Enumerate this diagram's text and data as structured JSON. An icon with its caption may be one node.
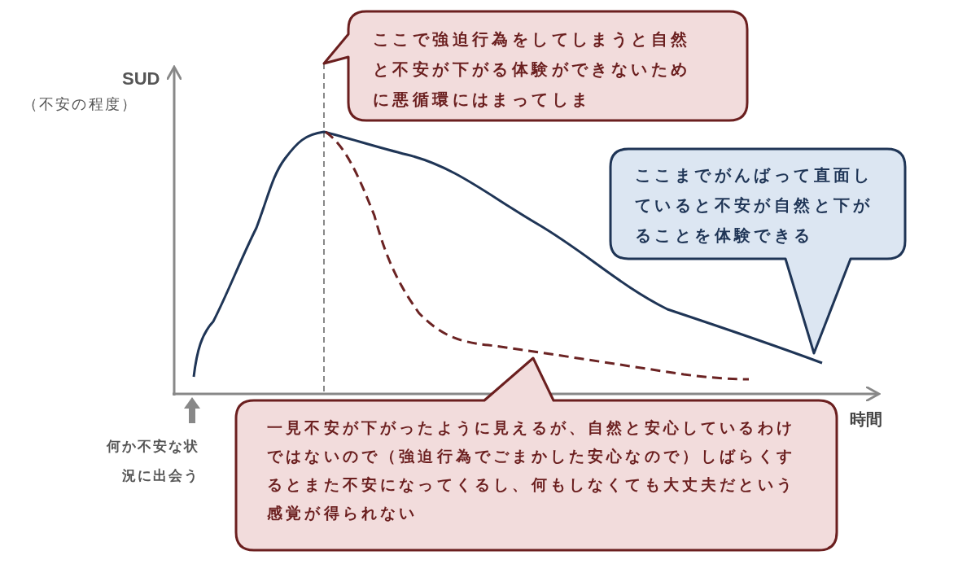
{
  "diagram": {
    "nodes": [
      {
        "text": [
          "ここで強迫行為をしてしまうと自然と不安が下がる体験ができないために悪循環にはまってしま"
        ]
      },
      {
        "text": [
          "ここまでがんばって直面していると不安が自然と下がることを体験できる"
        ]
      },
      {
        "text": [
          "一見不安が下がったように見えるが、自然と安心しているわけではないので（強迫行為でごまかした安心なので）しばらくするとまた不安になってくるし、何もしなくても大丈夫だという感覚が得られない"
        ]
      }
    ],
    "labels": [
      "SUD",
      "（不安の程度）",
      "時間",
      "何か不安な状況に出会う"
    ]
  }
}
